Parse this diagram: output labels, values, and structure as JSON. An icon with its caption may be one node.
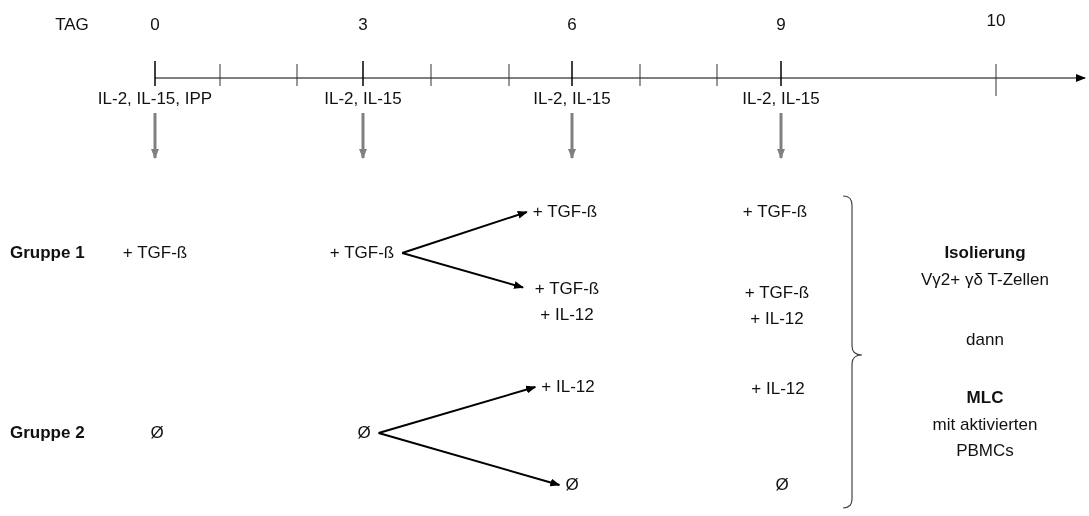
{
  "diagram": {
    "nodes": [
      {
        "text": [
          "+ TGF-ß"
        ]
      },
      {
        "text": [
          "+ TGF-ß"
        ]
      },
      {
        "text": [
          "+ TGF-ß"
        ]
      },
      {
        "text": [
          "+ TGF-ß"
        ]
      },
      {
        "text": [
          "+ TGF-ß + IL-12"
        ]
      },
      {
        "text": [
          "+ TGF-ß + IL-12"
        ]
      },
      {
        "text": [
          "+ IL-12"
        ]
      },
      {
        "text": [
          "+ IL-12"
        ]
      },
      {
        "text": [
          "Ø"
        ]
      },
      {
        "text": [
          "Ø"
        ]
      },
      {
        "text": [
          "Ø"
        ]
      },
      {
        "text": [
          "Ø"
        ]
      }
    ],
    "edges": [
      {
        "from": 3,
        "to": 0,
        "arrow": "to"
      },
      {
        "from": 3,
        "to": 4,
        "arrow": "to"
      },
      {
        "from": 9,
        "to": 6,
        "arrow": "to"
      },
      {
        "from": 9,
        "to": 10,
        "arrow": "to"
      }
    ],
    "labels": [
      "TAG",
      "0",
      "3",
      "6",
      "9",
      "10",
      "IL-2, IL-15, IPP",
      "IL-2, IL-15",
      "IL-2, IL-15",
      "IL-2, IL-15",
      "Gruppe 1",
      "Isolierung",
      "Vγ2+ γδ T-Zellen",
      "dann",
      "MLC",
      "mit aktivierten PBMCs",
      "Gruppe 2"
    ]
  }
}
